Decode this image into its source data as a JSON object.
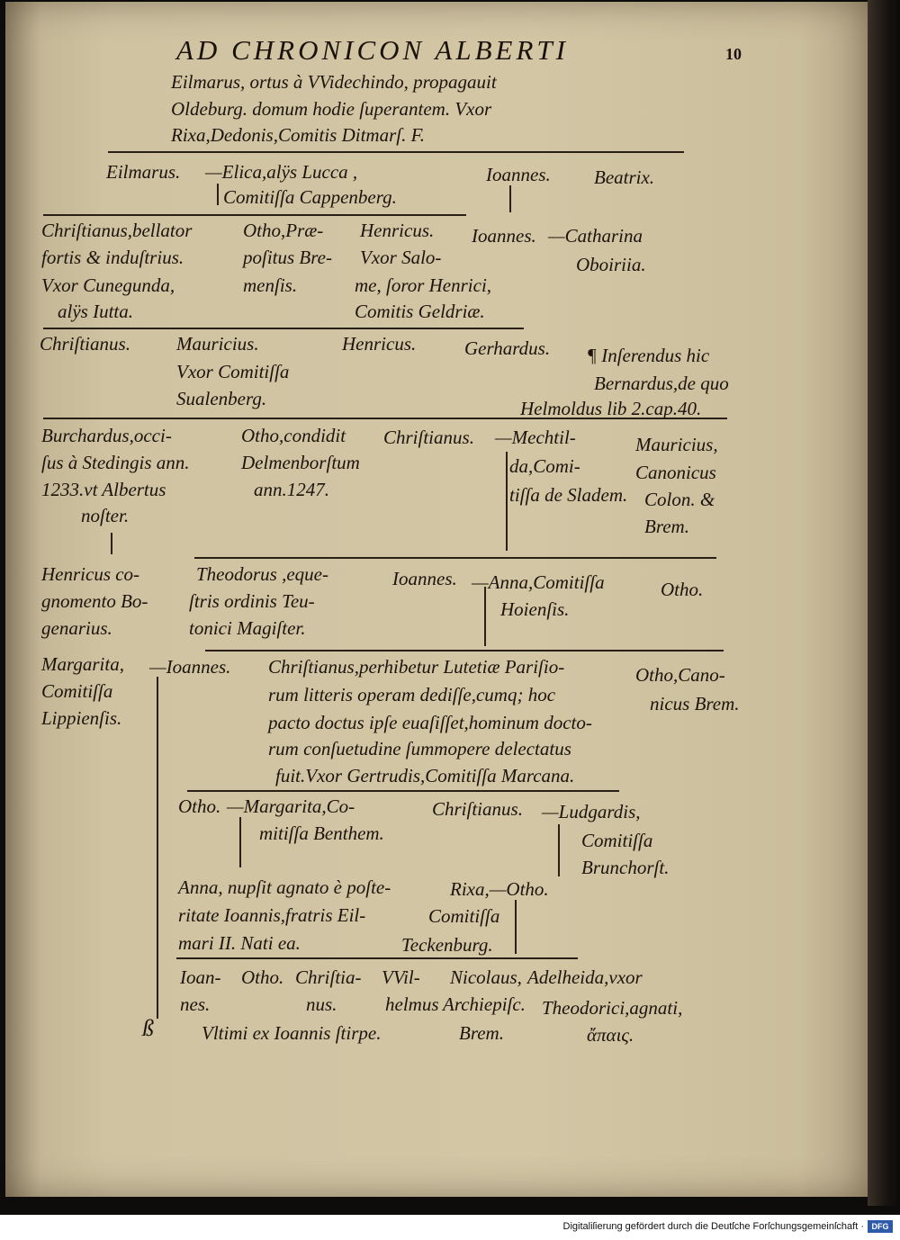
{
  "header": {
    "title": "AD CHRONICON ALBERTI",
    "page_number": "10"
  },
  "intro": [
    "Eilmarus, ortus à VVidechindo, propagauit",
    "Oldeburg. domum hodie ſuperantem. Vxor",
    "Rixa,Dedonis,Comitis Ditmarſ. F."
  ],
  "gen2": {
    "eilmarus": "Eilmarus.",
    "elica": [
      "—Elica,alÿs Lucca ,",
      "Comitiſſa Cappenberg."
    ],
    "joannes": "Ioannes.",
    "beatrix": "Beatrix."
  },
  "gen3": {
    "christianus": [
      "Chriſtianus,bellator",
      "fortis & induſtrius.",
      "Vxor Cunegunda,",
      "alÿs Iutta."
    ],
    "otho": [
      "Otho,Præ-",
      "poſitus Bre-",
      "menſis."
    ],
    "henricus": [
      "Henricus.",
      "Vxor Salo-",
      "me, ſoror Henrici,",
      "Comitis Geldriæ."
    ],
    "joannes": "Ioannes.",
    "catharina": [
      "—Catharina",
      "Oboiriia."
    ]
  },
  "gen4": {
    "christianus": "Chriſtianus.",
    "mauricius": [
      "Mauricius.",
      "Vxor Comitiſſa",
      "Sualenberg."
    ],
    "henricus": "Henricus.",
    "gerhardus": "Gerhardus.",
    "note": [
      "¶ Inſerendus hic",
      "Bernardus,de quo",
      "Helmoldus lib 2.cap.40."
    ]
  },
  "gen5": {
    "burchardus": [
      "Burchardus,occi-",
      "ſus à Stedingis ann.",
      "1233.vt Albertus",
      "noſter."
    ],
    "otho": [
      "Otho,condidit",
      "Delmenborſtum",
      "ann.1247."
    ],
    "christianus": "Chriſtianus.",
    "mechtild": [
      "—Mechtil-",
      "da,Comi-",
      "tiſſa de Sladem."
    ],
    "mauricius": [
      "Mauricius,",
      "Canonicus",
      "Colon. &",
      "Brem."
    ]
  },
  "gen6": {
    "henricus": [
      "Henricus co-",
      "gnomento Bo-",
      "genarius."
    ],
    "theodorus": [
      "Theodorus ,eque-",
      "ſtris ordinis Teu-",
      "tonici Magiſter."
    ],
    "joannes": "Ioannes.",
    "anna": [
      "—Anna,Comitiſſa",
      "Hoienſis."
    ],
    "otho": "Otho."
  },
  "gen7": {
    "margarita": [
      "Margarita,",
      "Comitiſſa",
      "Lippienſis."
    ],
    "joannes": "—Ioannes.",
    "christianus": [
      "Chriſtianus,perhibetur Lutetiæ Pariſio-",
      "rum litteris operam dediſſe,cumq; hoc",
      "pacto doctus ipſe euaſiſſet,hominum docto-",
      "rum conſuetudine ſummopere delectatus",
      "fuit.Vxor Gertrudis,Comitiſſa Marcana."
    ],
    "otho": [
      "Otho,Cano-",
      "nicus Brem."
    ]
  },
  "gen8": {
    "otho": "Otho.",
    "margarita": [
      "—Margarita,Co-",
      "mitiſſa Benthem."
    ],
    "christianus": "Chriſtianus.",
    "ludgardis": [
      "—Ludgardis,",
      "Comitiſſa",
      "Brunchorſt."
    ]
  },
  "gen9": {
    "anna": [
      "Anna, nupſit agnato è poſte-",
      "ritate Ioannis,fratris Eil-",
      "mari II. Nati ea."
    ],
    "rixa": [
      "Rixa,—Otho.",
      "Comitiſſa",
      "Teckenburg."
    ]
  },
  "gen10": {
    "joannes": [
      "Ioan-",
      "nes."
    ],
    "otho": "Otho.",
    "christianus": [
      "Chriſtia-",
      "nus."
    ],
    "wilhelmus": [
      "VVil-",
      "helmus"
    ],
    "nicolaus": [
      "Nicolaus,",
      "Archiepiſc.",
      "Brem."
    ],
    "adelheida": [
      "Adelheida,vxor",
      "Theodorici,agnati,",
      "ἄπαις."
    ]
  },
  "catchword_mark": "ß",
  "closing": "Vltimi ex Ioannis ſtirpe.",
  "footer": {
    "credit": "Digitaliſierung gefördert durch die Deutſche Forſchungsgemeinſchaft ·",
    "logo": "DFG"
  }
}
